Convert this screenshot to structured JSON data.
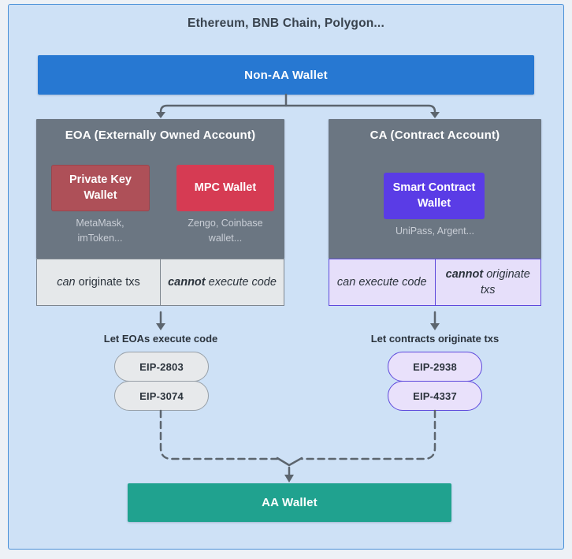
{
  "page": {
    "title": "Ethereum, BNB Chain, Polygon..."
  },
  "non_aa_wallet": {
    "label": "Non-AA Wallet"
  },
  "eoa": {
    "title": "EOA (Externally Owned Account)",
    "wallets": [
      {
        "name": "Private Key Wallet",
        "examples": "MetaMask,\nimToken..."
      },
      {
        "name": "MPC Wallet",
        "examples": "Zengo, Coinbase\nwallet..."
      }
    ],
    "capabilities": [
      {
        "em": "can",
        "rest": " originate txs"
      },
      {
        "em": "cannot",
        "rest": " execute code"
      }
    ],
    "bridge": {
      "label": "Let EOAs execute code",
      "eips": [
        "EIP-2803",
        "EIP-3074"
      ]
    }
  },
  "ca": {
    "title": "CA (Contract Account)",
    "wallets": [
      {
        "name": "Smart Contract Wallet",
        "examples": "UniPass, Argent..."
      }
    ],
    "capabilities": [
      {
        "em": "can execute code",
        "rest": ""
      },
      {
        "em": "cannot",
        "rest": " originate txs"
      }
    ],
    "bridge": {
      "label": "Let contracts originate txs",
      "eips": [
        "EIP-2938",
        "EIP-4337"
      ]
    }
  },
  "aa_wallet": {
    "label": "AA Wallet"
  },
  "colors": {
    "canvas_background": "#edf1f6",
    "panel_background": "#cee1f6",
    "panel_border": "#4a90d8",
    "non_aa_bar": "#2778d2",
    "group_box": "#6b7682",
    "private_key_card": "#ae5058",
    "mpc_card": "#d63b53",
    "smart_contract_card": "#5a3ce6",
    "eoa_capability_cell": "#e5e8ea",
    "ca_capability_cell": "#e6dffa",
    "ca_accent_border": "#5e49dc",
    "connector": "#5c656e",
    "aa_bar": "#20a28f"
  }
}
